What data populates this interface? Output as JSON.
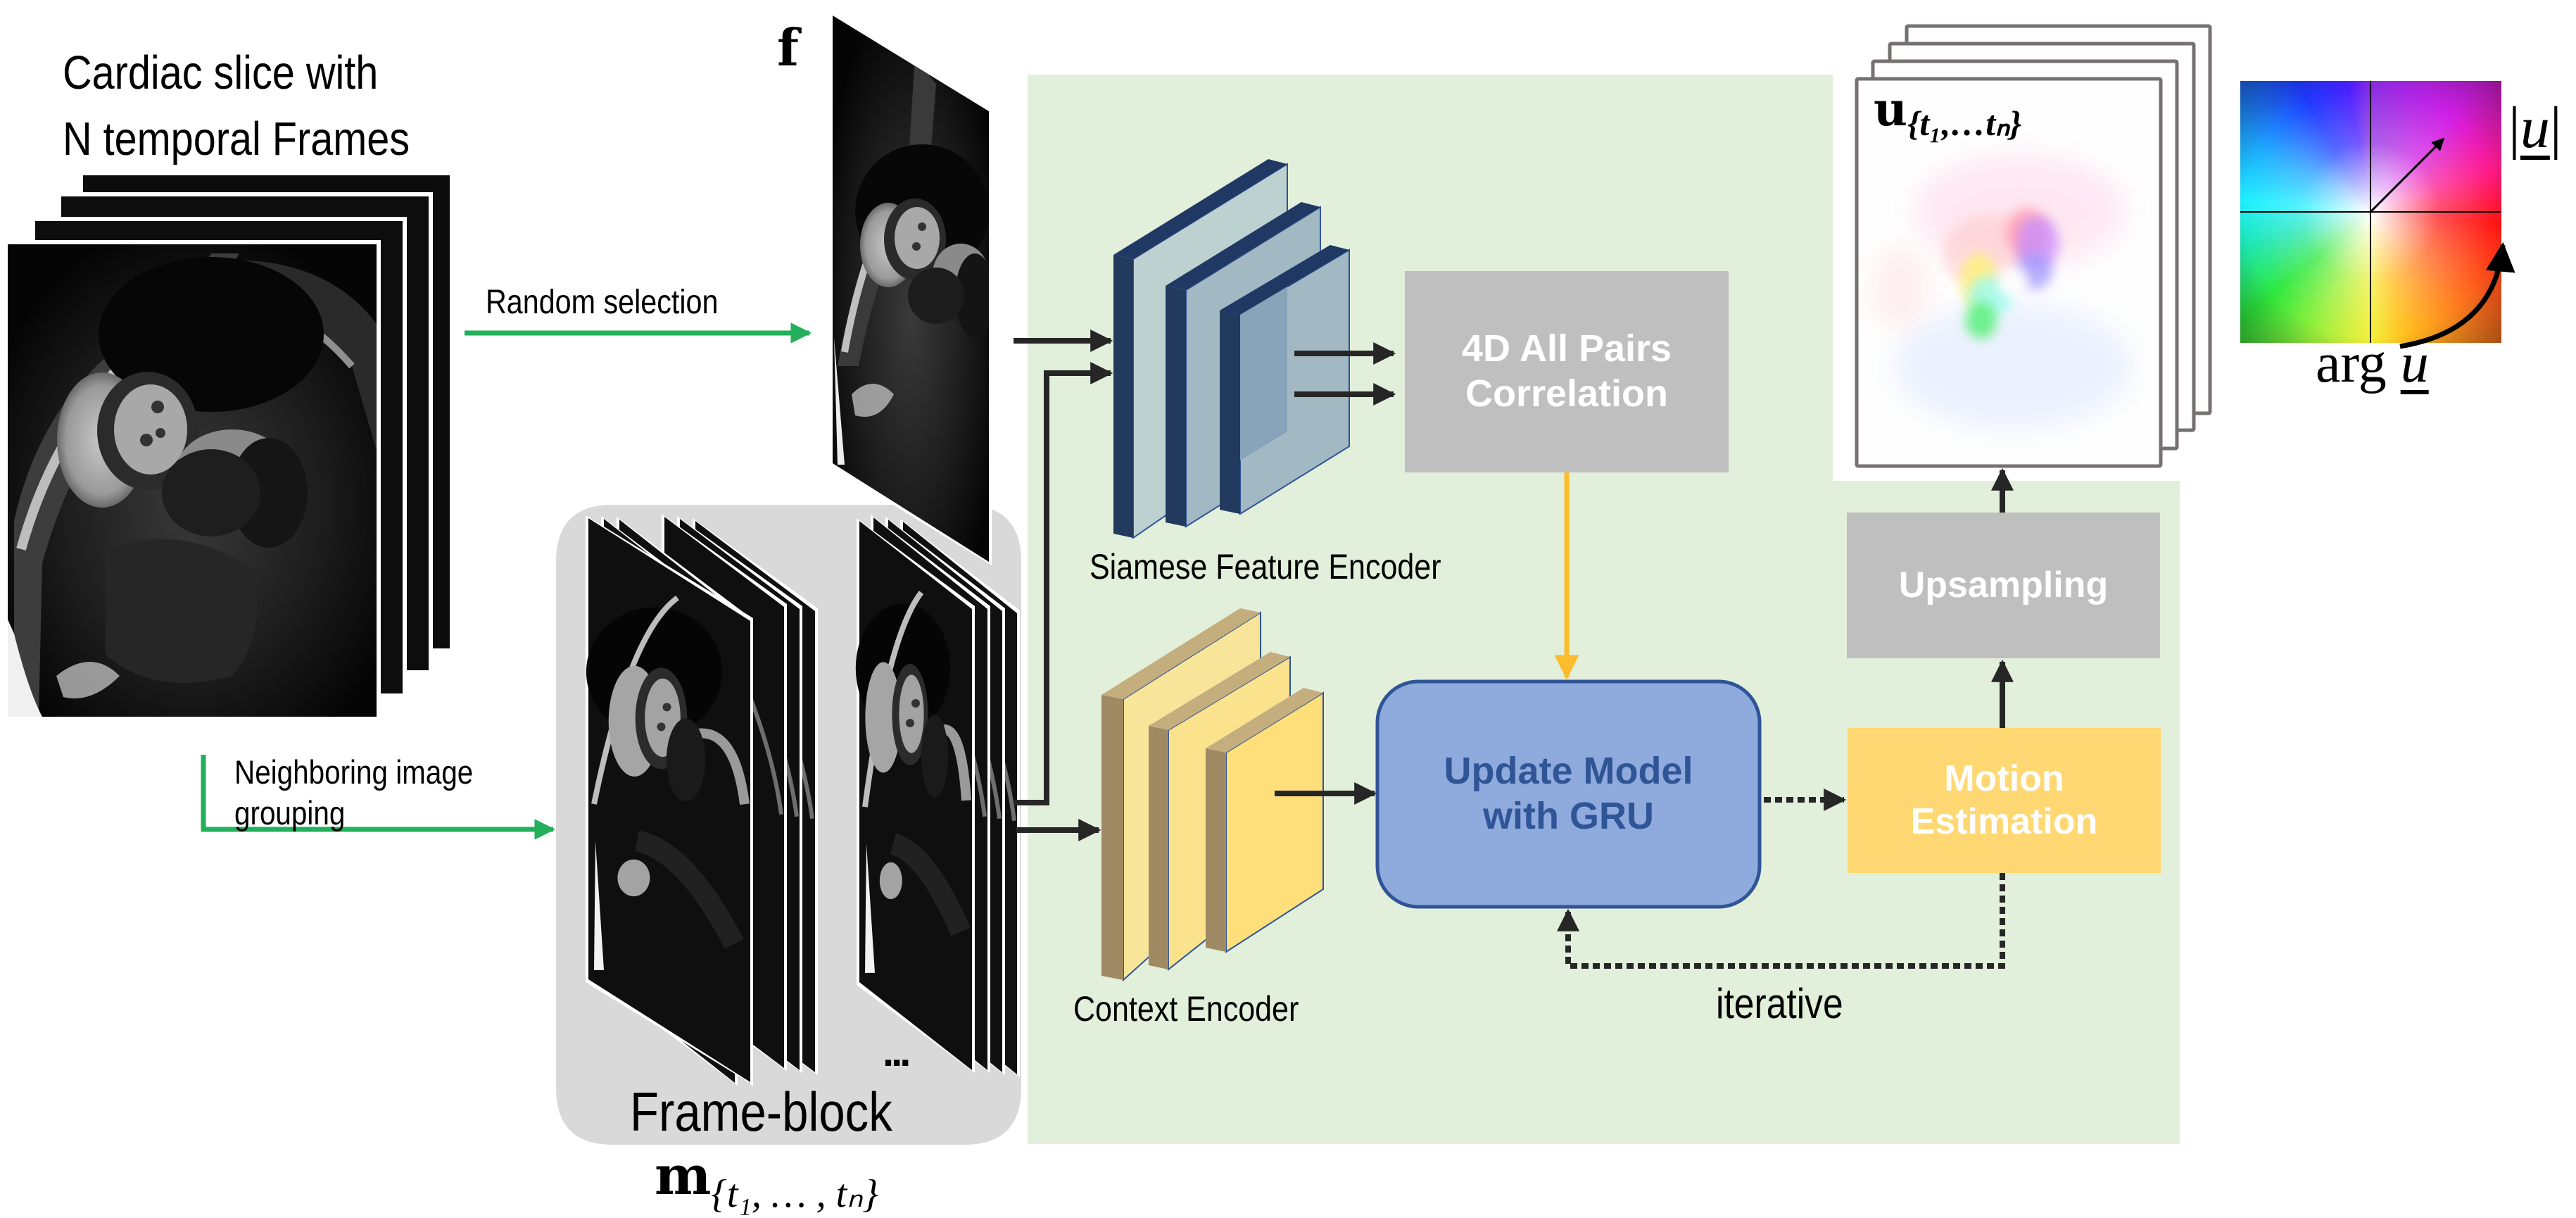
{
  "figure": {
    "input_title_line1": "Cardiac slice with",
    "input_title_line2": "N temporal Frames",
    "random_selection_label": "Random selection",
    "neighboring_label_line1": "Neighboring image",
    "neighboring_label_line2": "grouping",
    "reference_frame_symbol": "f",
    "frame_block_label": "Frame-block",
    "frame_block_ellipsis": "...",
    "frame_block_symbol": {
      "base": "m",
      "subscript": "{t₁, … , tₙ}"
    },
    "siamese_encoder_label": "Siamese Feature Encoder",
    "context_encoder_label": "Context Encoder",
    "correlation_block": {
      "line1": "4D All Pairs",
      "line2": "Correlation"
    },
    "update_block": {
      "line1": "Update Model",
      "line2": "with GRU"
    },
    "motion_block": {
      "line1": "Motion",
      "line2": "Estimation"
    },
    "upsampling_block": {
      "label": "Upsampling"
    },
    "iterative_label": "iterative",
    "output_symbol": {
      "base": "u",
      "subscript": "{t₁,…tₙ}"
    },
    "colorwheel": {
      "magnitude_label": "|u|",
      "magnitude_var": "u",
      "angle_label_prefix": "arg",
      "angle_var": "u"
    }
  },
  "colors": {
    "panel_green": "#E2EFDA",
    "frame_block_gray": "#D9D9D9",
    "arrow_green": "#22B05A",
    "arrow_dark": "#262626",
    "arrow_orange": "#FBBD2E",
    "gray_block": "#BFBFBF",
    "gru_fill": "#8FAADC",
    "gru_border": "#2F5597",
    "gru_text": "#2F5597",
    "motion_fill": "#FFD873",
    "siamese_dark": "#203864",
    "siamese_light": "#BDD1D1",
    "context_dark": "#A08A64",
    "context_light": "#FBE38E",
    "card_border": "#767171"
  }
}
